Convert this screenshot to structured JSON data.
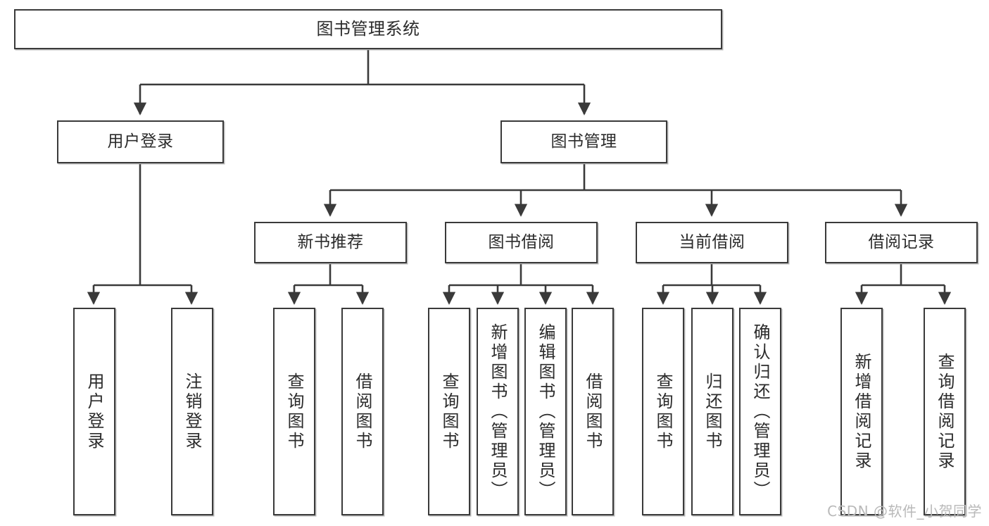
{
  "diagram": {
    "title": "图书管理系统",
    "type": "hierarchy-tree",
    "watermark": "CSDN @软件_小贺同学",
    "colors": {
      "stroke": "#3a3a3a",
      "fill": "#ffffff",
      "text": "#2b2b2b",
      "watermark": "#b9b9b9"
    },
    "levels": {
      "root": {
        "label": "图书管理系统"
      },
      "level2": [
        {
          "id": "user-login",
          "label": "用户登录"
        },
        {
          "id": "book-manage",
          "label": "图书管理"
        }
      ],
      "level3": [
        {
          "id": "new-book-rec",
          "label": "新书推荐"
        },
        {
          "id": "book-borrow",
          "label": "图书借阅"
        },
        {
          "id": "current-borrow",
          "label": "当前借阅"
        },
        {
          "id": "borrow-record",
          "label": "借阅记录"
        }
      ],
      "leaves": [
        {
          "id": "leaf-user-login",
          "label": "用户登录",
          "parent": "user-login"
        },
        {
          "id": "leaf-logout",
          "label": "注销登录",
          "parent": "user-login"
        },
        {
          "id": "leaf-query-book-1",
          "label": "查询图书",
          "parent": "new-book-rec"
        },
        {
          "id": "leaf-borrow-book-1",
          "label": "借阅图书",
          "parent": "new-book-rec"
        },
        {
          "id": "leaf-query-book-2",
          "label": "查询图书",
          "parent": "book-borrow"
        },
        {
          "id": "leaf-add-book",
          "label": "新增图书（管理员）",
          "parent": "book-borrow"
        },
        {
          "id": "leaf-edit-book",
          "label": "编辑图书（管理员）",
          "parent": "book-borrow"
        },
        {
          "id": "leaf-borrow-book-2",
          "label": "借阅图书",
          "parent": "book-borrow"
        },
        {
          "id": "leaf-query-book-3",
          "label": "查询图书",
          "parent": "current-borrow"
        },
        {
          "id": "leaf-return-book",
          "label": "归还图书",
          "parent": "current-borrow"
        },
        {
          "id": "leaf-confirm-return",
          "label": "确认归还（管理员）",
          "parent": "current-borrow"
        },
        {
          "id": "leaf-add-record",
          "label": "新增借阅记录",
          "parent": "borrow-record"
        },
        {
          "id": "leaf-query-record",
          "label": "查询借阅记录",
          "parent": "borrow-record"
        }
      ]
    }
  }
}
